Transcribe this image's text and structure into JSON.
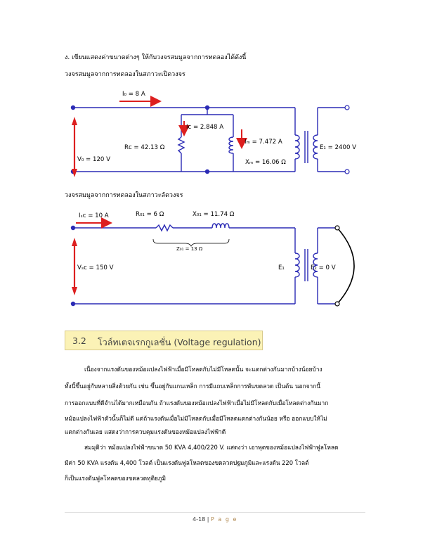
{
  "question_line": "ง.  เขียนแสดงค่าขนาดต่างๆ ให้กับวงจรสมมูลจากการทดลองได้ดังนี้",
  "open_circuit": {
    "heading": "วงจรสมมูลจากการทดลองในสภาวะเปิดวงจร",
    "io": "I₀ = 8 A",
    "ic": "Iᴄ = 2.848 A",
    "im": "Iₘ = 7.472 A",
    "rc": "Rᴄ = 42.13 Ω",
    "xm": "Xₘ = 16.06 Ω",
    "vo": "V₀ = 120 V",
    "e1": "E₁ = 2400 V"
  },
  "short_circuit": {
    "heading": "วงจรสมมูลจากการทดลองในสภาวะลัดวงจร",
    "isc": "Iₛᴄ = 10 A",
    "r01": "R₀₁ = 6 Ω",
    "x01": "X₀₁ = 11.74 Ω",
    "z01": "Z₀₁ = 13 Ω",
    "vsc": "Vₛᴄ = 150 V",
    "e1": "E₁",
    "e2": "E₂ = 0 V"
  },
  "section": {
    "number": "3.2",
    "title": "โวล์ทเตจเรกกูเลชั่น (Voltage regulation)"
  },
  "paragraph1": [
    "เนื่องจากแรงดันของหม้อแปลงไฟฟ้าเมื่อมีโหลดกับไม่มีโหลดนั้น จะแตกต่างกันมากบ้างน้อยบ้าง",
    "ทั้งนี้ขึ้นอยู่กับหลายสิ่งด้วยกัน เช่น ขึ้นอยู่กับแกนเหล็ก การมีแถบเหล็กการพันขดลวด เป็นต้น นอกจากนี้",
    "การออกแบบที่ดีจำนได้มากเหมือนกัน ถ้าแรงดันของหม้อแปลงไฟฟ้าเมื่อไม่มีโหลดกับเมื่อโหลดต่างกันมาก",
    "หม้อแปลงไฟฟ้าตัวนั้นก็ไม่ดี แต่ถ้าแรงดันเมื่อไม่มีโหลดกับเมื่อมีโหลดแตกต่างกันน้อย หรือ ออกแบบให้ไม่",
    "แตกต่างกันเลย แสดงว่าการควบคุมแรงดันของหม้อแปลงไฟฟ้าดี"
  ],
  "paragraph2": [
    "สมมุติว่า หม้อแปลงไฟฟ้าขนาด 50 KVA 4,400/220 V. แสดงว่า เอาพุตของหม้อแปลงไฟฟ้าฟูลโหลด",
    "มีค่า 50  KVA  แรงดัน  4,400  โวลต์ เป็นแรงดันฟูลโหลดของขดลวดปฐมภูมิและแรงดัน  220  โวลต์",
    "ก็เป็นแรงดันฟูลโหลดของขดลวดทุติยภูมิ"
  ],
  "footer": {
    "page": "4-18",
    "sep": "|",
    "label": "P a g e"
  },
  "colors": {
    "wire": "#2b2bb5",
    "arrow": "#dd1f1f",
    "section_fill": "#fbf2b6"
  }
}
